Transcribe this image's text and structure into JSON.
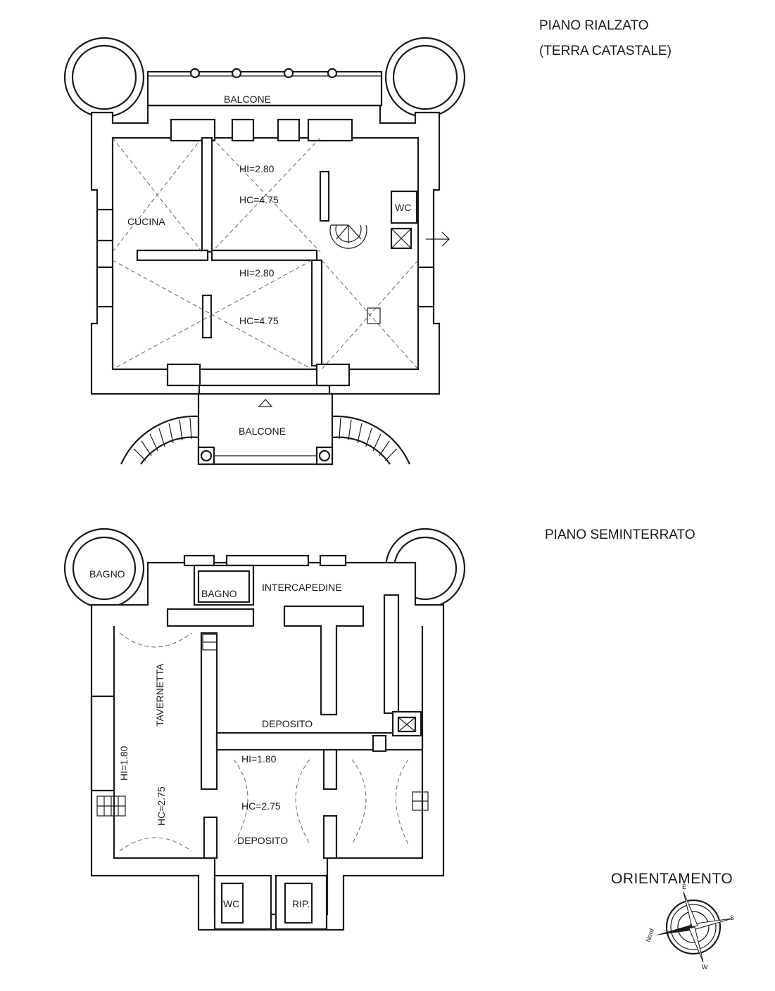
{
  "titles": {
    "upper_floor_line1": "PIANO RIALZATO",
    "upper_floor_line2": "(TERRA CATASTALE)",
    "lower_floor": "PIANO SEMINTERRATO",
    "orientation": "ORIENTAMENTO"
  },
  "upper_floor": {
    "balcone_north": "BALCONE",
    "balcone_south": "BALCONE",
    "cucina": "CUCINA",
    "wc": "WC",
    "room_ne_hi": "HI=2.80",
    "room_ne_hc": "HC=4.75",
    "room_s_hi": "HI=2.80",
    "room_s_hc": "HC=4.75"
  },
  "lower_floor": {
    "bagno_tower": "BAGNO",
    "bagno": "BAGNO",
    "intercapedine": "INTERCAPEDINE",
    "tavernetta": "TAVERNETTA",
    "tav_hi": "HI=1.80",
    "tav_hc": "HC=2.75",
    "deposito_north": "DEPOSITO",
    "dep_hi": "HI=1.80",
    "dep_hc": "HC=2.75",
    "deposito_south": "DEPOSITO",
    "wc": "WC",
    "rip": "RIP."
  },
  "compass": {
    "nord": "Nord",
    "e": "E",
    "s": "S",
    "w": "W"
  }
}
